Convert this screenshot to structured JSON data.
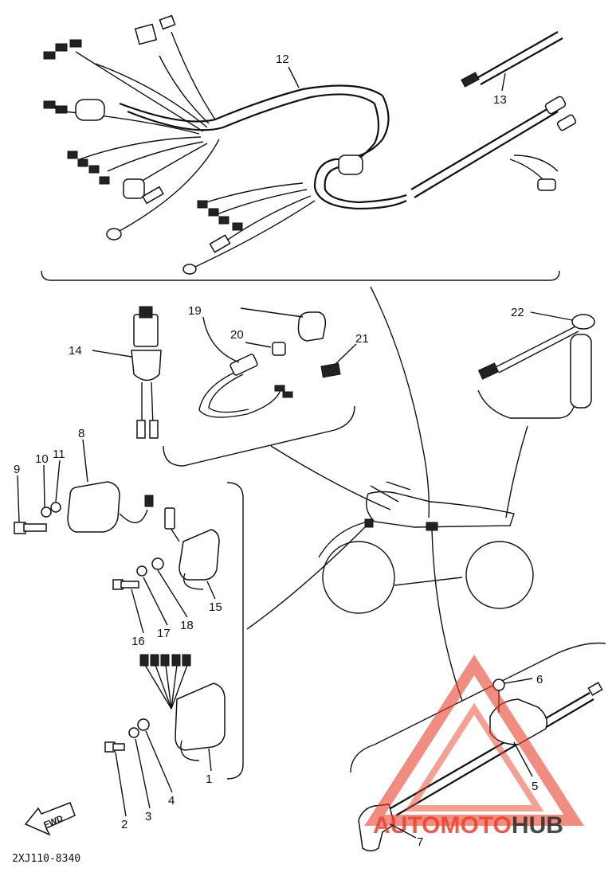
{
  "callouts": {
    "p1": "1",
    "p2": "2",
    "p3": "3",
    "p4": "4",
    "p5": "5",
    "p6": "6",
    "p7": "7",
    "p8": "8",
    "p9": "9",
    "p10": "10",
    "p11": "11",
    "p12": "12",
    "p13": "13",
    "p14": "14",
    "p15": "15",
    "p16": "16",
    "p17": "17",
    "p18": "18",
    "p19": "19",
    "p20": "20",
    "p21": "21",
    "p22": "22"
  },
  "direction_label": "FWD",
  "diagram_code": "2XJ110-8340",
  "watermark": {
    "part1": "AUTO",
    "part2": "MOTO",
    "part3": "HUB",
    "color_primary": "#e8412c",
    "color_dark": "#2a2a2a"
  }
}
